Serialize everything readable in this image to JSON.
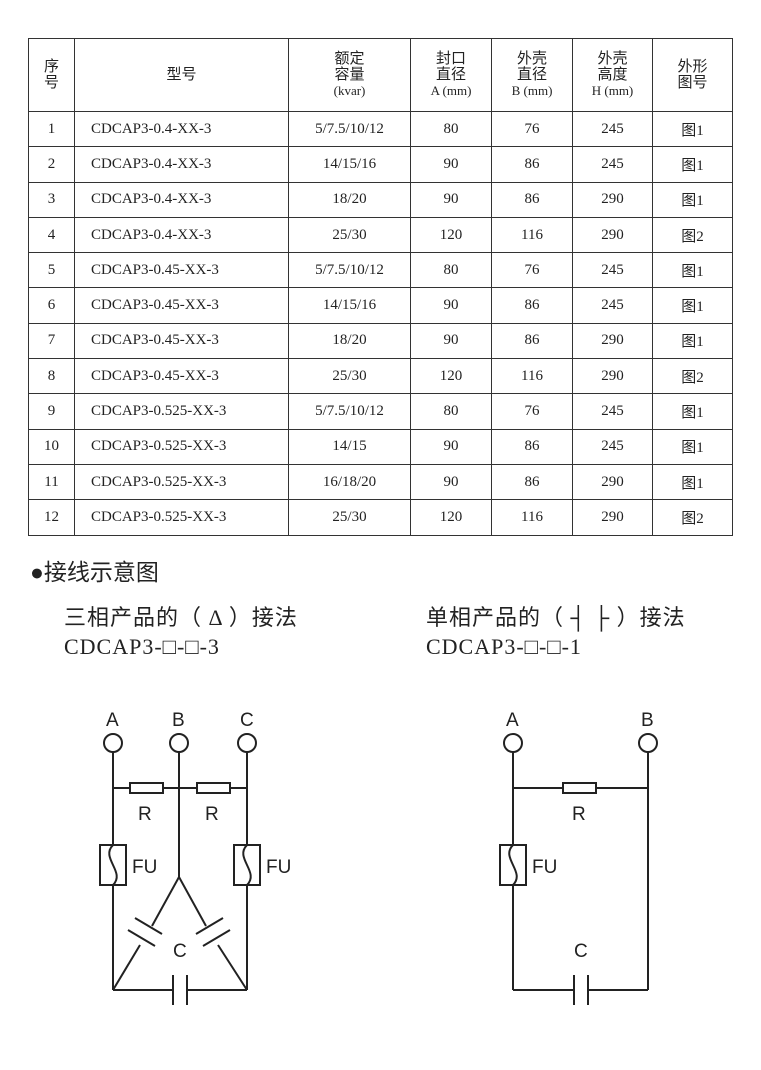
{
  "table": {
    "headers": [
      {
        "lines": [
          "序",
          "号"
        ]
      },
      {
        "lines": [
          "型号"
        ]
      },
      {
        "lines": [
          "额定",
          "容量",
          "(kvar)"
        ]
      },
      {
        "lines": [
          "封口",
          "直径",
          "A (mm)"
        ]
      },
      {
        "lines": [
          "外壳",
          "直径",
          "B (mm)"
        ]
      },
      {
        "lines": [
          "外壳",
          "高度",
          "H (mm)"
        ]
      },
      {
        "lines": [
          "外形",
          "图号"
        ]
      }
    ],
    "rows": [
      [
        "1",
        "CDCAP3-0.4-XX-3",
        "5/7.5/10/12",
        "80",
        "76",
        "245",
        "图1"
      ],
      [
        "2",
        "CDCAP3-0.4-XX-3",
        "14/15/16",
        "90",
        "86",
        "245",
        "图1"
      ],
      [
        "3",
        "CDCAP3-0.4-XX-3",
        "18/20",
        "90",
        "86",
        "290",
        "图1"
      ],
      [
        "4",
        "CDCAP3-0.4-XX-3",
        "25/30",
        "120",
        "116",
        "290",
        "图2"
      ],
      [
        "5",
        "CDCAP3-0.45-XX-3",
        "5/7.5/10/12",
        "80",
        "76",
        "245",
        "图1"
      ],
      [
        "6",
        "CDCAP3-0.45-XX-3",
        "14/15/16",
        "90",
        "86",
        "245",
        "图1"
      ],
      [
        "7",
        "CDCAP3-0.45-XX-3",
        "18/20",
        "90",
        "86",
        "290",
        "图1"
      ],
      [
        "8",
        "CDCAP3-0.45-XX-3",
        "25/30",
        "120",
        "116",
        "290",
        "图2"
      ],
      [
        "9",
        "CDCAP3-0.525-XX-3",
        "5/7.5/10/12",
        "80",
        "76",
        "245",
        "图1"
      ],
      [
        "10",
        "CDCAP3-0.525-XX-3",
        "14/15",
        "90",
        "86",
        "245",
        "图1"
      ],
      [
        "11",
        "CDCAP3-0.525-XX-3",
        "16/18/20",
        "90",
        "86",
        "290",
        "图1"
      ],
      [
        "12",
        "CDCAP3-0.525-XX-3",
        "25/30",
        "120",
        "116",
        "290",
        "图2"
      ]
    ]
  },
  "section_title": "●接线示意图",
  "three_phase": {
    "title": "三相产品的（ Δ ）接法",
    "model": "CDCAP3-□-□-3",
    "labels": {
      "a": "A",
      "b": "B",
      "c": "C",
      "r1": "R",
      "r2": "R",
      "fu1": "FU",
      "fu2": "FU",
      "cap": "C"
    }
  },
  "single_phase": {
    "title": "单相产品的（ ┤ ├ ）接法",
    "model": "CDCAP3-□-□-1",
    "labels": {
      "a": "A",
      "b": "B",
      "r": "R",
      "fu": "FU",
      "cap": "C"
    }
  }
}
